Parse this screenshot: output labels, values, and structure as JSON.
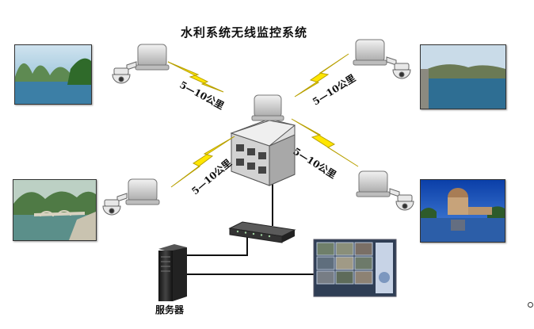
{
  "title": "水利系统无线监控系统",
  "links": [
    {
      "label": "5—10公里"
    },
    {
      "label": "5—10公里"
    },
    {
      "label": "5—10公里"
    },
    {
      "label": "5—10公里"
    }
  ],
  "server": {
    "label": "服务器"
  },
  "colors": {
    "bolt": "#ffe600",
    "bolt_edge": "#b8a000",
    "line": "#111111",
    "ap": "#d9d9d9",
    "building": "#c9c9c9"
  }
}
